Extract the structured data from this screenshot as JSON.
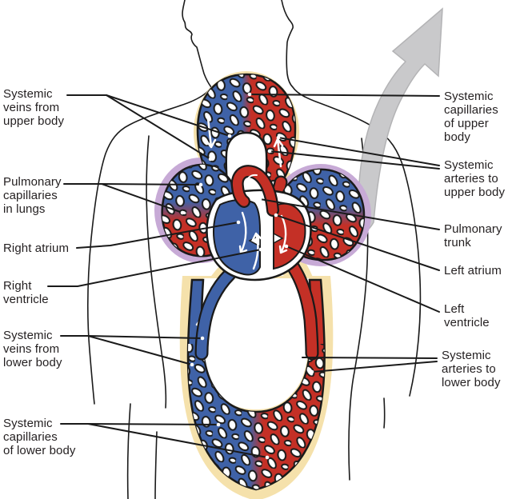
{
  "figure": {
    "title": "Dual system of the human blood circulation",
    "type": "circulatory-system-diagram",
    "body_view": "human torso outline, head in profile",
    "flow_arrow": "large gray curved arrow sweeping up and to the right"
  },
  "palette": {
    "oxygenated_red": "#c43026",
    "deoxygenated_blue": "#3f62a7",
    "systemic_glow_cream": "#f5e1ab",
    "pulmonary_glow_purple": "#c7aad6",
    "arrow_gray": "#c9c9cb",
    "outline_black": "#1a1a1a",
    "label_text": "#231f20"
  },
  "labels": {
    "left": [
      {
        "id": "systemic-veins-upper-body",
        "text": "Systemic\nveins from\nupper body"
      },
      {
        "id": "pulmonary-capillaries-lungs",
        "text": "Pulmonary\ncapillaries\nin lungs"
      },
      {
        "id": "right-atrium",
        "text": "Right atrium"
      },
      {
        "id": "right-ventricle",
        "text": "Right\nventricle"
      },
      {
        "id": "systemic-veins-lower-body",
        "text": "Systemic\nveins from\nlower body"
      },
      {
        "id": "systemic-capillaries-lower-body",
        "text": "Systemic\ncapillaries\nof lower body"
      }
    ],
    "right": [
      {
        "id": "systemic-capillaries-upper-body",
        "text": "Systemic\ncapillaries\nof upper\nbody"
      },
      {
        "id": "systemic-arteries-upper-body",
        "text": "Systemic\narteries to\nupper body"
      },
      {
        "id": "pulmonary-trunk",
        "text": "Pulmonary\ntrunk"
      },
      {
        "id": "left-atrium",
        "text": "Left atrium"
      },
      {
        "id": "left-ventricle",
        "text": "Left\nventricle"
      },
      {
        "id": "systemic-arteries-lower-body",
        "text": "Systemic\narteries to\nlower body"
      }
    ]
  }
}
